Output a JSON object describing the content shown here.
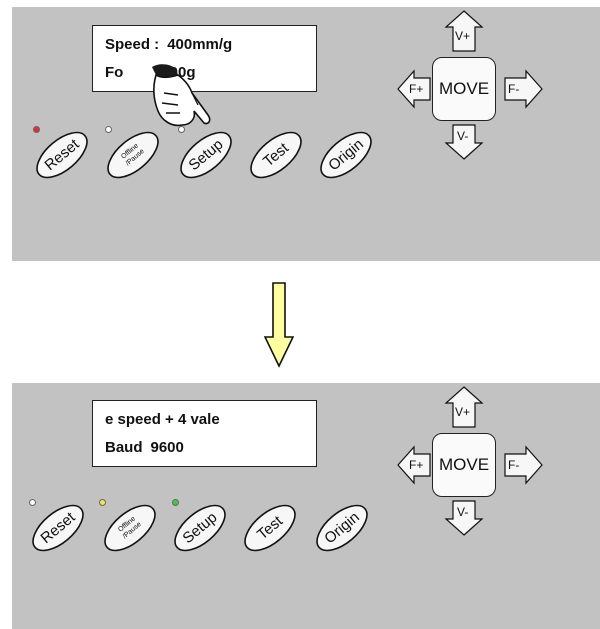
{
  "top_panel": {
    "lcd": {
      "line1_label": "Speed :",
      "line1_value": "400mm/g",
      "line2_label": "Fo",
      "line2_value": "100g"
    },
    "leds": {
      "reset": "#e03030",
      "offline": "#ffffff",
      "setup": "#ffffff"
    }
  },
  "bottom_panel": {
    "lcd": {
      "line1": "e speed + 4 vale",
      "line2_label": "Baud",
      "line2_value": "9600"
    },
    "leds": {
      "reset": "#ffffff",
      "offline": "#f4e34a",
      "setup": "#3ecb3e"
    }
  },
  "keys": {
    "reset": "Reset",
    "offline_line1": "Offline",
    "offline_line2": "/Pause",
    "setup": "Setup",
    "test": "Test",
    "origin": "Origin"
  },
  "dpad": {
    "move": "MOVE",
    "up": "V+",
    "down": "V-",
    "left": "F+",
    "right": "F-"
  },
  "colors": {
    "panel": "#c2c2c2",
    "transition_arrow": "#ffffa0"
  },
  "icons": {
    "pointer": "pointing-hand-icon",
    "transition": "down-arrow-icon"
  }
}
